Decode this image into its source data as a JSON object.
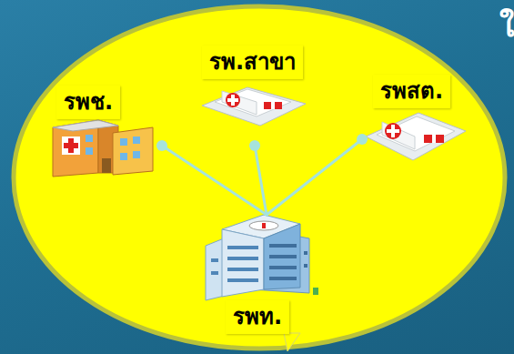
{
  "diagram": {
    "nodes": [
      {
        "text": [
          "รพช."
        ]
      },
      {
        "text": [
          "รพ.สาขา"
        ]
      },
      {
        "text": [
          "รพสต."
        ]
      },
      {
        "text": [
          "รพท."
        ]
      }
    ],
    "edges": [
      {
        "from": 3,
        "to": 0,
        "arrow": "none"
      },
      {
        "from": 3,
        "to": 1,
        "arrow": "none"
      },
      {
        "from": 3,
        "to": 2,
        "arrow": "none"
      }
    ],
    "labels": [
      "ใ"
    ]
  }
}
